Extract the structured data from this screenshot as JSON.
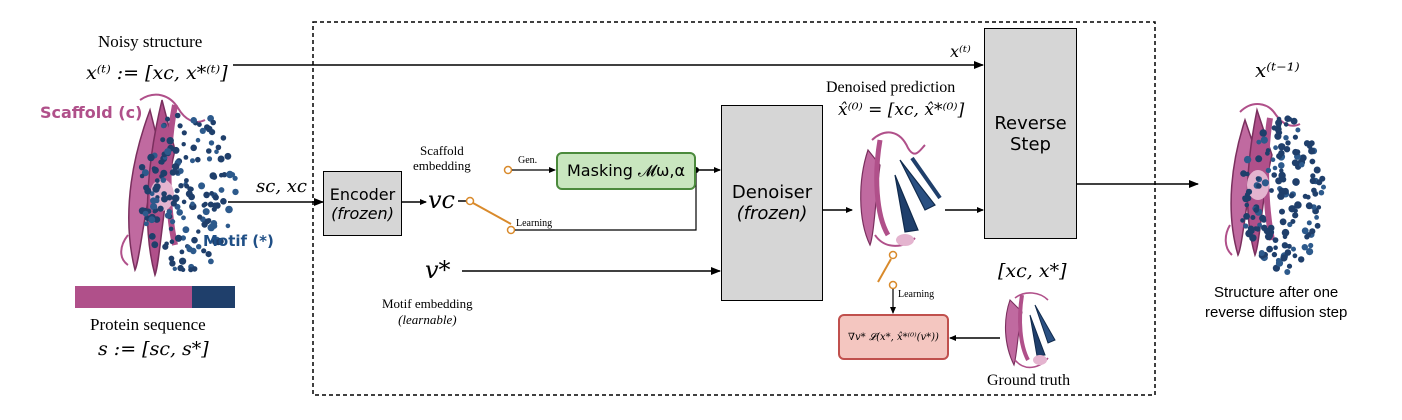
{
  "left": {
    "noisy_title": "Noisy structure",
    "noisy_formula": "x⁽ᵗ⁾ := [xc, x*⁽ᵗ⁾]",
    "scaffold_label": "Scaffold (c)",
    "motif_label": "Motif (*)",
    "sequence_title": "Protein sequence",
    "sequence_formula": "s := [sc, s*]",
    "input_label": "sc, xc"
  },
  "encoder": {
    "line1": "Encoder",
    "line2": "(frozen)"
  },
  "scaffold_embedding": {
    "line1": "Scaffold",
    "line2": "embedding",
    "symbol": "vc"
  },
  "switch_top": {
    "gen_label": "Gen.",
    "learning_label": "Learning"
  },
  "masking": {
    "label": "Masking 𝓜ω,α"
  },
  "motif_embedding": {
    "symbol": "v*",
    "line1": "Motif embedding",
    "line2": "(learnable)"
  },
  "denoiser": {
    "line1": "Denoiser",
    "line2": "(frozen)"
  },
  "prediction": {
    "title": "Denoised prediction",
    "formula": "x̂⁽⁰⁾ = [xc, x̂*⁽⁰⁾]"
  },
  "top_arrow_label": "x⁽ᵗ⁾",
  "reverse": {
    "line1": "Reverse",
    "line2": "Step"
  },
  "loss": {
    "label": "∇v* 𝓛(x*, x̂*⁽⁰⁾(v*))",
    "learning_label": "Learning"
  },
  "ground_truth": {
    "formula": "[xc, x*]",
    "label": "Ground truth"
  },
  "output": {
    "formula": "x⁽ᵗ⁻¹⁾",
    "line1": "Structure after one",
    "line2": "reverse diffusion step"
  },
  "colors": {
    "scaffold": "#b0508a",
    "motif": "#1f3f6b",
    "switch": "#d98a2b",
    "masking_fill": "#c9e6bf",
    "loss_fill": "#f4c6c0"
  }
}
